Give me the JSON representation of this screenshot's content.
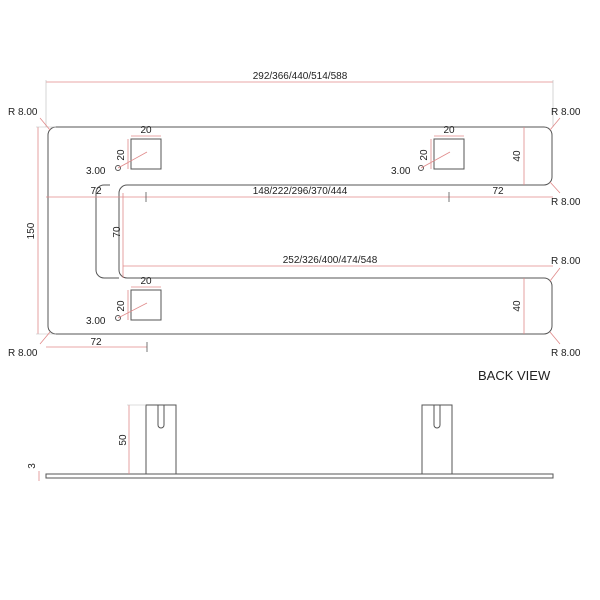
{
  "back_view": {
    "title": "BACK VIEW",
    "overall_length": "292/366/440/514/588",
    "middle_length": "148/222/296/370/444",
    "lower_length": "252/326/400/474/548",
    "height": "150",
    "slot_height": "70",
    "arm_height_right_top": "40",
    "arm_height_right_bottom": "40",
    "offset_left_top": "72",
    "offset_right": "72",
    "offset_left_bottom": "72",
    "radius_top_left": "R 8.00",
    "radius_top_right": "R 8.00",
    "radius_mid_right_upper": "R 8.00",
    "radius_mid_right_lower": "R 8.00",
    "radius_bottom_left": "R 8.00",
    "radius_bottom_right": "R 8.00",
    "pad_width_1": "20",
    "pad_height_1": "20",
    "hole_1": "3.00",
    "pad_width_2": "20",
    "pad_height_2": "20",
    "hole_2": "3.00",
    "pad_width_3": "20",
    "pad_height_3": "20",
    "hole_3": "3.00"
  },
  "side_view": {
    "post_height": "50",
    "thickness": "3"
  }
}
